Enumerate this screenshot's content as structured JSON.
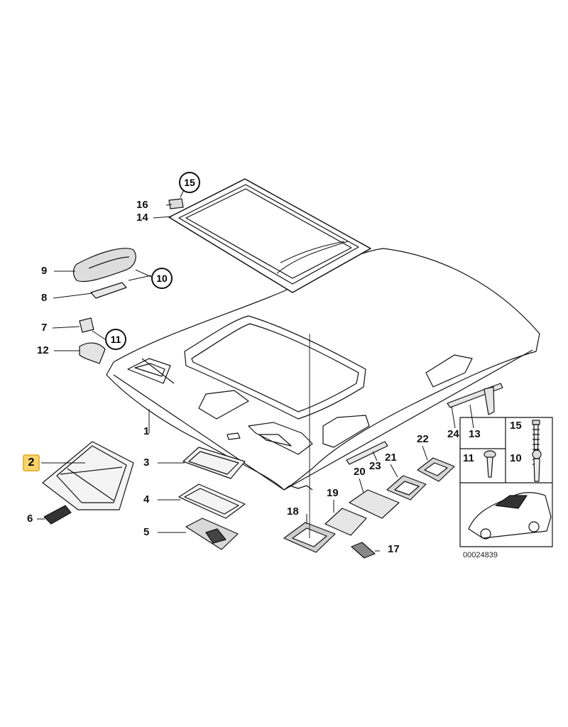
{
  "labels": {
    "l1": "1",
    "l2": "2",
    "l3": "3",
    "l4": "4",
    "l5": "5",
    "l6": "6",
    "l7": "7",
    "l8": "8",
    "l9": "9",
    "l10": "10",
    "l11": "11",
    "l12": "12",
    "l13": "13",
    "l14": "14",
    "l15": "15",
    "l16": "16",
    "l17": "17",
    "l18": "18",
    "l19": "19",
    "l20": "20",
    "l21": "21",
    "l22": "22",
    "l23": "23",
    "l24": "24"
  },
  "inset": {
    "l15": "15",
    "l11": "11",
    "l10": "10"
  },
  "catalog_number": "00024839",
  "colors": {
    "highlight_fill": "#f8d36a",
    "highlight_border": "#e5b640",
    "line": "#111111",
    "sunroof_tint": "#333333"
  }
}
